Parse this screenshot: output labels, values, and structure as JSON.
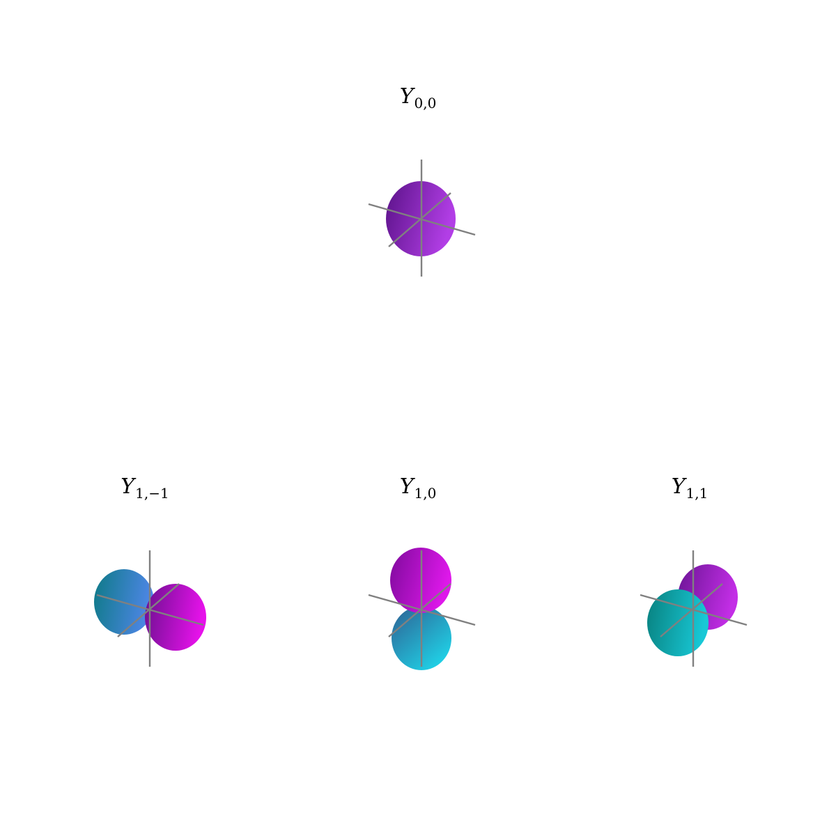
{
  "panels": [
    {
      "id": "y00",
      "symbol": "Y",
      "subscript": "0,0",
      "lobes": [
        {
          "color_dark": "#5a1288",
          "color_light": "#b23ee6",
          "sign": "positive"
        }
      ]
    },
    {
      "id": "y1m1",
      "symbol": "Y",
      "subscript": "1,−1",
      "lobes": [
        {
          "color_dark": "#0d7a86",
          "color_light": "#4e86e6",
          "sign": "negative"
        },
        {
          "color_dark": "#6a0f8e",
          "color_light": "#e612ea",
          "sign": "positive"
        }
      ]
    },
    {
      "id": "y10",
      "symbol": "Y",
      "subscript": "1,0",
      "lobes": [
        {
          "color_dark": "#7e0a9c",
          "color_light": "#de18ea",
          "sign": "positive"
        },
        {
          "color_dark": "#2e5f92",
          "color_light": "#1fd6ea",
          "sign": "negative"
        }
      ]
    },
    {
      "id": "y11",
      "symbol": "Y",
      "subscript": "1,1",
      "lobes": [
        {
          "color_dark": "#6a1494",
          "color_light": "#c32ee6",
          "sign": "positive"
        },
        {
          "color_dark": "#08807e",
          "color_light": "#18c8d6",
          "sign": "negative"
        }
      ]
    }
  ],
  "colors": {
    "axis": "#808080",
    "background": "#ffffff"
  }
}
